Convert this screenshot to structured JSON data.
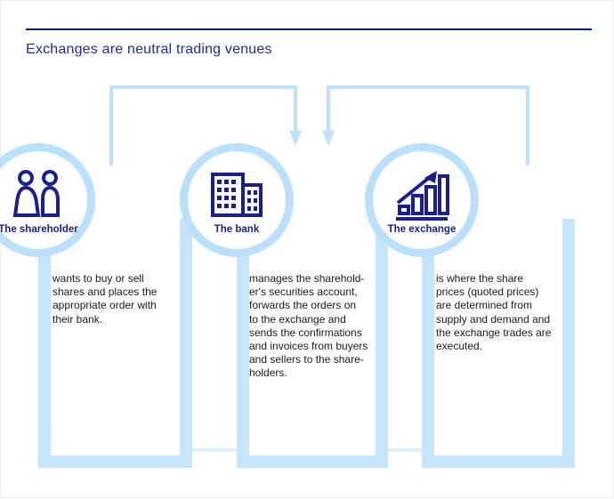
{
  "title": "Exchanges are neutral trading venues",
  "colors": {
    "navy": "#1a1f8f",
    "title_navy": "#232a9b",
    "rule_navy": "#0c1a8c",
    "light_blue": "#c6e4fa",
    "ring_blue": "#bbe0fb",
    "arrow_blue": "#bfe2fb",
    "background": "#ffffff"
  },
  "nodes": [
    {
      "id": "shareholder",
      "label": "The shareholder",
      "icon": "two-people-icon",
      "text": "wants to buy or sell\nshares and places the\nappropriate order with\ntheir bank."
    },
    {
      "id": "bank",
      "label": "The bank",
      "icon": "office-buildings-icon",
      "text": "manages the sharehold-\ner's securities account,\nforwards the orders on\nto the exchange and\nsends the confirmations\nand invoices from buyers\nand sellers to the share-\nholders."
    },
    {
      "id": "exchange",
      "label": "The exchange",
      "icon": "bar-chart-growth-icon",
      "text": "is where the share\nprices (quoted prices)\nare determined from\nsupply and demand and\nthe exchange trades are\nexecuted."
    }
  ],
  "connectors": [
    {
      "id": "shareholder-to-bank",
      "from": "shareholder",
      "to": "bank",
      "position": "top"
    },
    {
      "id": "exchange-to-bank",
      "from": "exchange",
      "to": "bank",
      "position": "top"
    },
    {
      "id": "bank-to-shareholder",
      "from": "bank",
      "to": "shareholder",
      "position": "bottom"
    },
    {
      "id": "bank-to-exchange",
      "from": "bank",
      "to": "exchange",
      "position": "bottom"
    }
  ]
}
